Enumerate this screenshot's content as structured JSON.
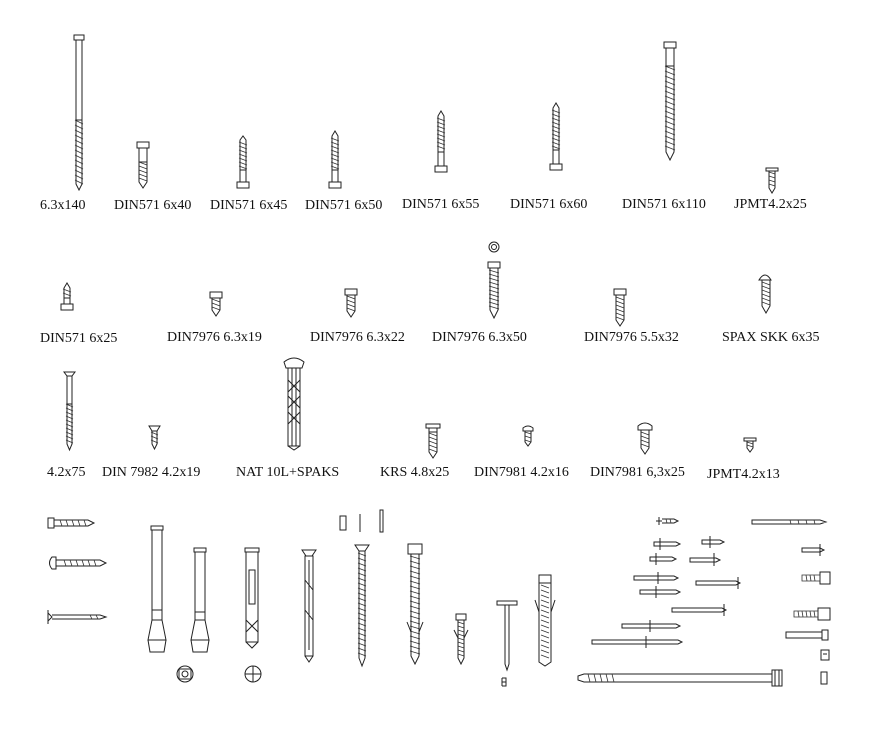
{
  "labels": {
    "r1": [
      "6.3x140",
      "DIN571 6x40",
      "DIN571 6x45",
      "DIN571 6x50",
      "DIN571 6x55",
      "DIN571 6x60",
      "DIN571 6x110",
      "JPMT4.2x25"
    ],
    "r2": [
      "DIN571 6x25",
      "DIN7976 6.3x19",
      "DIN7976 6.3x22",
      "DIN7976 6.3x50",
      "DIN7976 5.5x32",
      "SPAX SKK 6x35"
    ],
    "r3": [
      "4.2x75",
      "DIN 7982 4.2x19",
      "NAT 10L+SPAKS",
      "KRS 4.8x25",
      "DIN7981 4.2x16",
      "DIN7981 6,3x25",
      "JPMT4.2x13"
    ]
  }
}
